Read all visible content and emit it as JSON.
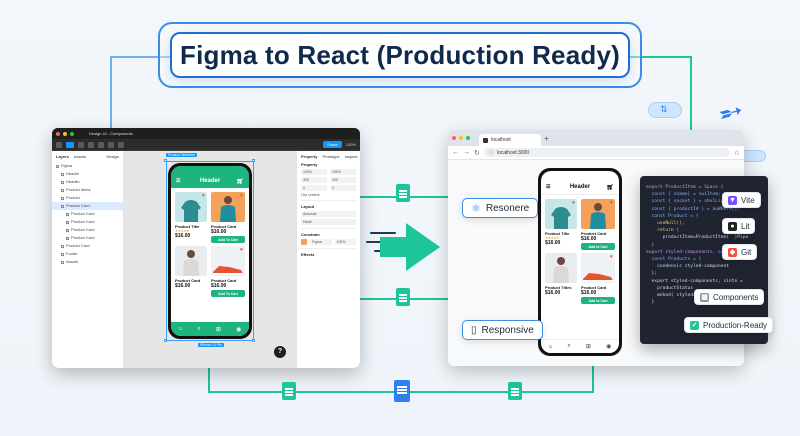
{
  "banner": {
    "title": "Figma to React (Production Ready)"
  },
  "figma": {
    "tab_title": "Design UI - Components",
    "share_label": "Share",
    "zoom": "100%",
    "layers_tabs": [
      "Layers",
      "Assets",
      "Design"
    ],
    "layers": [
      {
        "label": "Figma",
        "indent": 0
      },
      {
        "label": "Header",
        "indent": 1
      },
      {
        "label": "Headlin",
        "indent": 1
      },
      {
        "label": "Product items",
        "indent": 1
      },
      {
        "label": "Product",
        "indent": 1
      },
      {
        "label": "Product Card",
        "indent": 1,
        "selected": true
      },
      {
        "label": "Product Card",
        "indent": 2
      },
      {
        "label": "Product Card",
        "indent": 2
      },
      {
        "label": "Product Card",
        "indent": 2
      },
      {
        "label": "Product Card",
        "indent": 2
      },
      {
        "label": "Product Card",
        "indent": 1
      },
      {
        "label": "Footer",
        "indent": 1
      },
      {
        "label": "Assets",
        "indent": 1
      }
    ],
    "right_panel": {
      "sections": [
        "Property",
        "Layout",
        "Constrain",
        "Effects"
      ],
      "prop_tabs": [
        "Property",
        "Prototype",
        "Inspect"
      ],
      "fields": [
        "100%",
        "100%",
        "300",
        "300",
        "0",
        "0"
      ],
      "clip_label": "Clip content",
      "layout_opts": [
        "Absolute",
        "Hauth"
      ],
      "fill_label": "Figma",
      "fill_value": "100%",
      "fill_color": "#f4a259"
    },
    "frame_tag": "Product Webform",
    "frame_size": "iPhone 14 Pro",
    "help": "?"
  },
  "phone_figma": {
    "header": "Header",
    "cards": [
      {
        "title": "Product Title",
        "price": "$16.00",
        "img_color": "#c6e6ea",
        "item": "hoodie",
        "item_color": "#2c8c8f"
      },
      {
        "title": "Product Card",
        "price": "$16.00",
        "img_color": "#f4a259",
        "item": "person",
        "item_color": "#1f8fa0"
      },
      {
        "title": "Product Card",
        "price": "$16.00",
        "img_color": "#e9ecef",
        "item": "person",
        "item_color": "#d9d9d9"
      },
      {
        "title": "Product Card",
        "price": "$16.00",
        "img_color": "#eef2f5",
        "item": "shoe",
        "item_color": "#e5532f"
      }
    ],
    "stars": "★★★★★",
    "add_to_cart": "Add To Cart"
  },
  "browser": {
    "tab_label": "localhost",
    "url": "localhost:3000"
  },
  "phone_browser": {
    "header": "Header",
    "cards": [
      {
        "title": "Product Title",
        "price": "$16.00",
        "img_color": "#c6e6ea",
        "item_color": "#2c8c8f"
      },
      {
        "title": "Product Card",
        "price": "$16.00",
        "img_color": "#f4a259",
        "item_color": "#1f8fa0"
      },
      {
        "title": "Product Titles",
        "price": "$16.00",
        "img_color": "#e9ecef",
        "item_color": "#d9d9d9"
      },
      {
        "title": "Product Card",
        "price": "$16.00",
        "img_color": "#eef2f5",
        "item_color": "#e5532f"
      }
    ],
    "stars": "★★★★★",
    "add_to_cart": "Add to Cart"
  },
  "code_lines": [
    "export ProductItem = Space {",
    "  const { sname} = swiItem;",
    "  const { socket } = sbelLip",
    "  const { productId } = auWhere[);",
    "",
    "  const Product = {",
    "    useNull(),",
    "    return (",
    "      productItem=ProductItem(  )Pipe",
    "  )",
    "",
    "export styled-components, const {",
    "  const Products = {",
    "    condensic styled-component",
    "  };",
    "  export styled-components, sinte =",
    "    productStatus",
    "    mehod( styled=Time( Production",
    "  }"
  ],
  "callouts": {
    "resonere": "Resonere",
    "responsive": "Responsive"
  },
  "pills": [
    {
      "label": "Vite",
      "icon": "vite-icon",
      "color": "#7c4dff"
    },
    {
      "label": "Lit",
      "icon": "github-icon",
      "color": "#222222"
    },
    {
      "label": "Git",
      "icon": "git-icon",
      "color": "#f05033"
    },
    {
      "label": "Components",
      "icon": "components-icon",
      "color": "#8a94a6"
    },
    {
      "label": "Production-Ready",
      "icon": "check-icon",
      "color": "#1ec59a"
    }
  ],
  "colors": {
    "accent_green": "#1ec59a",
    "accent_blue": "#1f6fd1",
    "phone_green": "#1db47d"
  }
}
